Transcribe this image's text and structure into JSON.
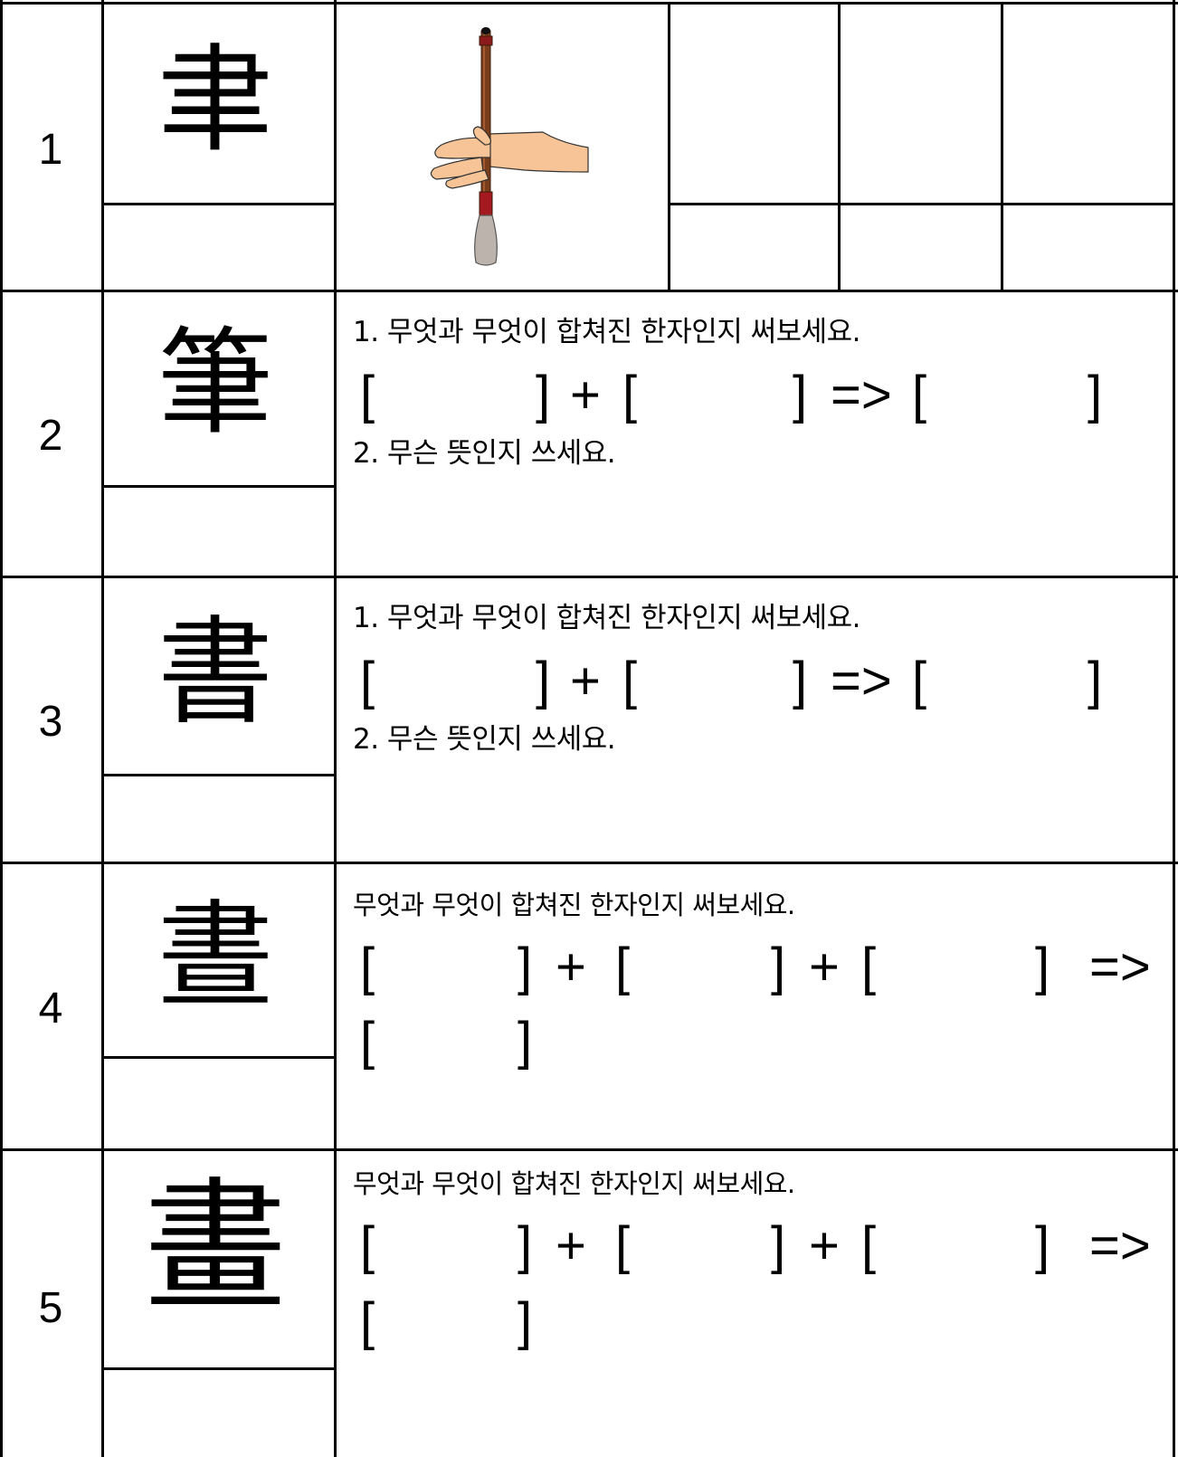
{
  "rows": [
    {
      "number": "1",
      "hanja": "聿"
    },
    {
      "number": "2",
      "hanja": "筆",
      "q1": "1. 무엇과 무엇이 합쳐진 한자인지 써보세요.",
      "q2": "2. 무슨 뜻인지 쓰세요."
    },
    {
      "number": "3",
      "hanja": "書",
      "q1": "1. 무엇과 무엇이 합쳐진 한자인지 써보세요.",
      "q2": "2. 무슨 뜻인지 쓰세요."
    },
    {
      "number": "4",
      "hanja": "晝",
      "q1": "무엇과 무엇이 합쳐진 한자인지 써보세요."
    },
    {
      "number": "5",
      "hanja": "畫",
      "q1": "무엇과 무엇이 합쳐진 한자인지 써보세요."
    }
  ],
  "formula": {
    "open": "[",
    "close": "]",
    "plus": "+",
    "arrow": "=>"
  },
  "image": {
    "subject": "hand-holding-brush-icon"
  }
}
